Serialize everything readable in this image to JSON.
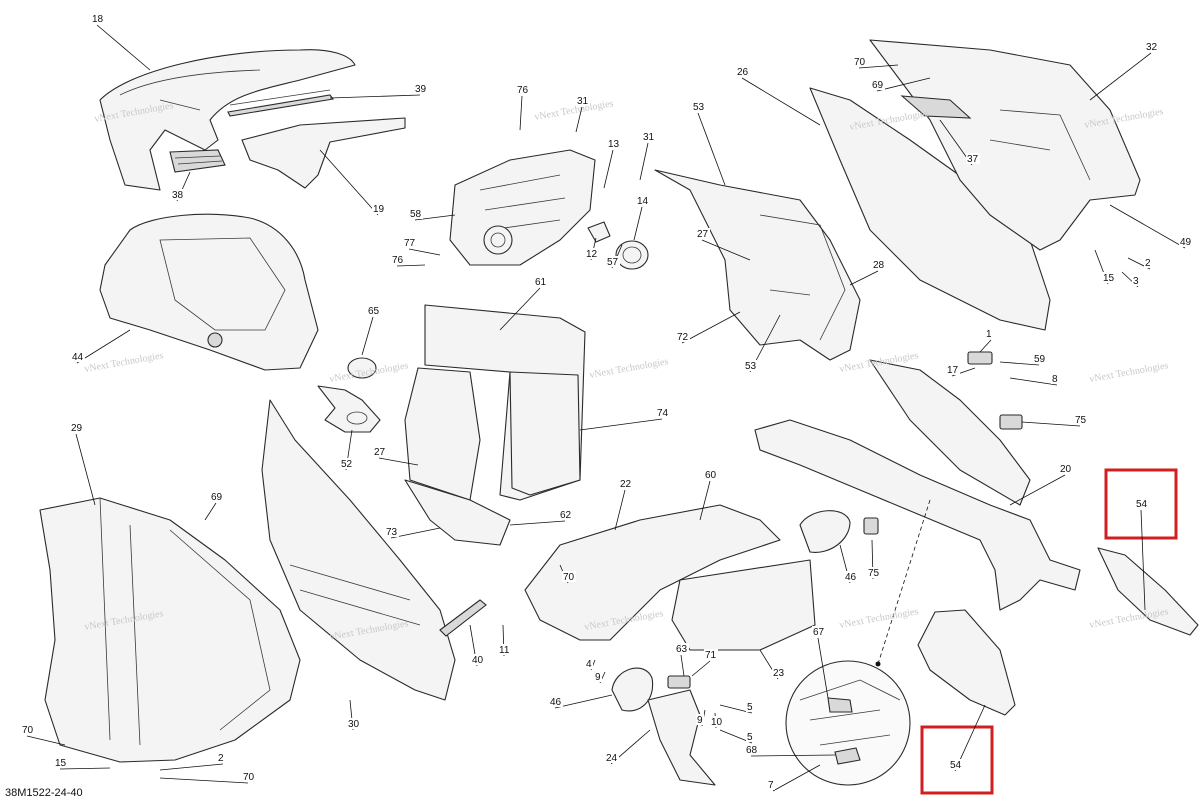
{
  "diagram_code": "38M1522-24-40",
  "watermark": "vNext Technologies",
  "highlight_color": "#d11f1f",
  "callouts": [
    {
      "id": "c18a",
      "label": "18"
    },
    {
      "id": "c39",
      "label": "39"
    },
    {
      "id": "c38",
      "label": "38"
    },
    {
      "id": "c19",
      "label": "19"
    },
    {
      "id": "c76a",
      "label": "76"
    },
    {
      "id": "c31a",
      "label": "31"
    },
    {
      "id": "c31b",
      "label": "31"
    },
    {
      "id": "c13",
      "label": "13"
    },
    {
      "id": "c14",
      "label": "14"
    },
    {
      "id": "c58",
      "label": "58"
    },
    {
      "id": "c12",
      "label": "12"
    },
    {
      "id": "c57",
      "label": "57"
    },
    {
      "id": "c77",
      "label": "77"
    },
    {
      "id": "c76b",
      "label": "76"
    },
    {
      "id": "c53a",
      "label": "53"
    },
    {
      "id": "c27a",
      "label": "27"
    },
    {
      "id": "c28",
      "label": "28"
    },
    {
      "id": "c72",
      "label": "72"
    },
    {
      "id": "c53b",
      "label": "53"
    },
    {
      "id": "c26",
      "label": "26"
    },
    {
      "id": "c70a",
      "label": "70"
    },
    {
      "id": "c69a",
      "label": "69"
    },
    {
      "id": "c32",
      "label": "32"
    },
    {
      "id": "c37",
      "label": "37"
    },
    {
      "id": "c49",
      "label": "49"
    },
    {
      "id": "c2a",
      "label": "2"
    },
    {
      "id": "c15a",
      "label": "15"
    },
    {
      "id": "c3",
      "label": "3"
    },
    {
      "id": "c44",
      "label": "44"
    },
    {
      "id": "c61",
      "label": "61"
    },
    {
      "id": "c65",
      "label": "65"
    },
    {
      "id": "c74",
      "label": "74"
    },
    {
      "id": "c52",
      "label": "52"
    },
    {
      "id": "c27b",
      "label": "27"
    },
    {
      "id": "c73",
      "label": "73"
    },
    {
      "id": "c62",
      "label": "62"
    },
    {
      "id": "c1",
      "label": "1"
    },
    {
      "id": "c59",
      "label": "59"
    },
    {
      "id": "c17",
      "label": "17"
    },
    {
      "id": "c8",
      "label": "8"
    },
    {
      "id": "c75a",
      "label": "75"
    },
    {
      "id": "c20",
      "label": "20"
    },
    {
      "id": "c29",
      "label": "29"
    },
    {
      "id": "c69b",
      "label": "69"
    },
    {
      "id": "c22",
      "label": "22"
    },
    {
      "id": "c60",
      "label": "60"
    },
    {
      "id": "c70b",
      "label": "70"
    },
    {
      "id": "c46a",
      "label": "46"
    },
    {
      "id": "c75b",
      "label": "75"
    },
    {
      "id": "c40",
      "label": "40"
    },
    {
      "id": "c11",
      "label": "11"
    },
    {
      "id": "c30",
      "label": "30"
    },
    {
      "id": "c4",
      "label": "4"
    },
    {
      "id": "c9a",
      "label": "9"
    },
    {
      "id": "c63",
      "label": "63"
    },
    {
      "id": "c71",
      "label": "71"
    },
    {
      "id": "c46b",
      "label": "46"
    },
    {
      "id": "c5a",
      "label": "5"
    },
    {
      "id": "c9b",
      "label": "9"
    },
    {
      "id": "c10",
      "label": "10"
    },
    {
      "id": "c5b",
      "label": "5"
    },
    {
      "id": "c23",
      "label": "23"
    },
    {
      "id": "c24",
      "label": "24"
    },
    {
      "id": "c67",
      "label": "67"
    },
    {
      "id": "c68",
      "label": "68"
    },
    {
      "id": "c7",
      "label": "7"
    },
    {
      "id": "c70c",
      "label": "70"
    },
    {
      "id": "c15b",
      "label": "15"
    },
    {
      "id": "c2b",
      "label": "2"
    },
    {
      "id": "c70d",
      "label": "70"
    },
    {
      "id": "c54a",
      "label": "54"
    },
    {
      "id": "c54b",
      "label": "54"
    }
  ]
}
